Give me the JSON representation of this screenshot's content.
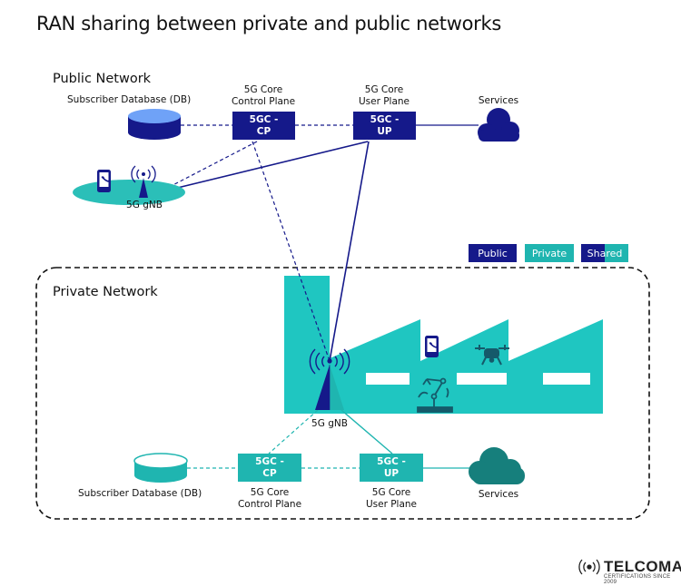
{
  "title": "RAN sharing between private and public networks",
  "public_network": {
    "heading": "Public Network",
    "db_label": "Subscriber Database (DB)",
    "cp_caption": [
      "5G Core",
      "Control Plane"
    ],
    "cp_box": [
      "5GC -",
      "CP"
    ],
    "up_caption": [
      "5G Core",
      "User Plane"
    ],
    "up_box": [
      "5GC -",
      "UP"
    ],
    "services_label": "Services",
    "gnb_label": "5G gNB"
  },
  "private_network": {
    "heading": "Private Network",
    "gnb_label": "5G gNB",
    "db_label": "Subscriber Database (DB)",
    "cp_box": [
      "5GC -",
      "CP"
    ],
    "cp_caption": [
      "5G Core",
      "Control Plane"
    ],
    "up_box": [
      "5GC -",
      "UP"
    ],
    "up_caption": [
      "5G Core",
      "User Plane"
    ],
    "services_label": "Services"
  },
  "legend": {
    "public": "Public",
    "private": "Private",
    "shared": "Shared"
  },
  "brand": {
    "name": "TELCOMA",
    "tagline": "CERTIFICATIONS SINCE 2009"
  },
  "colors": {
    "public": "#15198a",
    "private": "#1fb5b0",
    "private_dark": "#167f7c",
    "factory": "#1fc6c1",
    "ellipse": "#2bbfb8"
  }
}
